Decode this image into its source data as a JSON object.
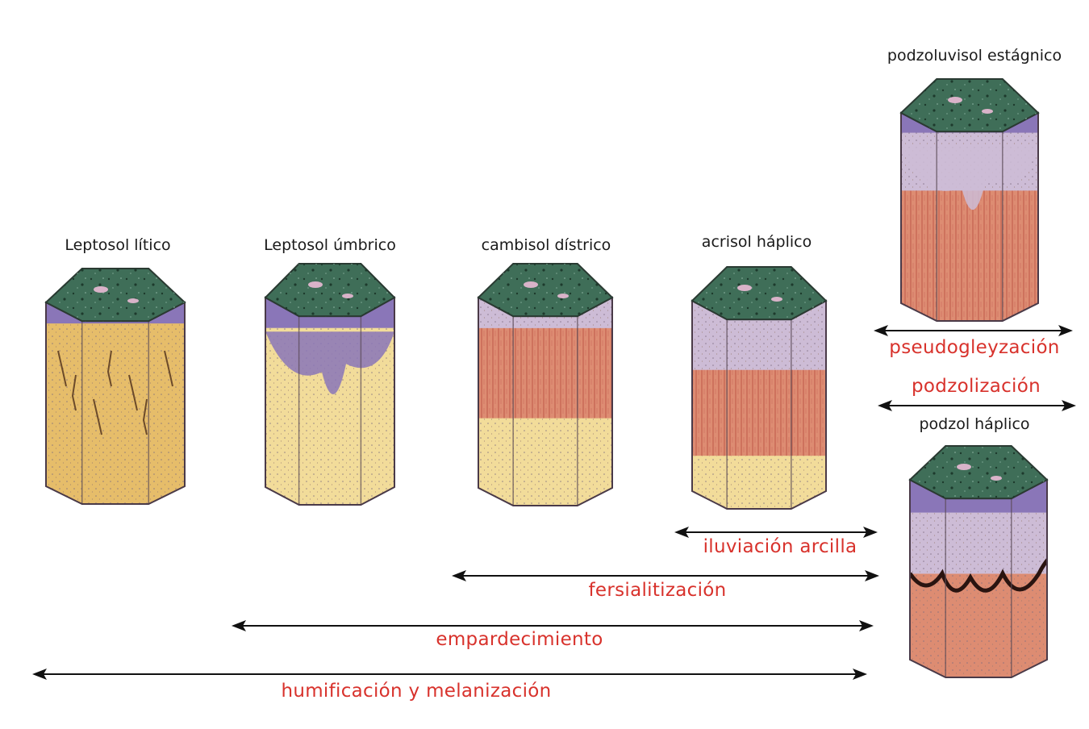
{
  "soils": [
    {
      "id": "leptosol-litico",
      "name": "Leptosol lítico"
    },
    {
      "id": "leptosol-umbrico",
      "name": "Leptosol úmbrico"
    },
    {
      "id": "cambisol-districo",
      "name": "cambisol dístrico"
    },
    {
      "id": "acrisol-haplico",
      "name": "acrisol háplico"
    },
    {
      "id": "podzoluvisol-estagnico",
      "name": "podzoluvisol estágnico"
    },
    {
      "id": "podzol-haplico",
      "name": "podzol háplico"
    }
  ],
  "processes": [
    {
      "id": "pseudogleyzacion",
      "label": "pseudogleyzación"
    },
    {
      "id": "podzolizacion",
      "label": "podzolización"
    },
    {
      "id": "iluviacion-arcilla",
      "label": "iluviación arcilla"
    },
    {
      "id": "fersialitizacion",
      "label": "fersialitización"
    },
    {
      "id": "empardecimiento",
      "label": "empardecimiento"
    },
    {
      "id": "humificacion",
      "label": "humificación y melanización"
    }
  ],
  "colors": {
    "humus": "#3f6e58",
    "eluvial": "#cdbcd6",
    "umbric": "#8a76b8",
    "ochre": "#e6bd6a",
    "pale-yellow": "#f2dc9a",
    "reddish": "#dd8c72",
    "process-text": "#d8322c"
  }
}
